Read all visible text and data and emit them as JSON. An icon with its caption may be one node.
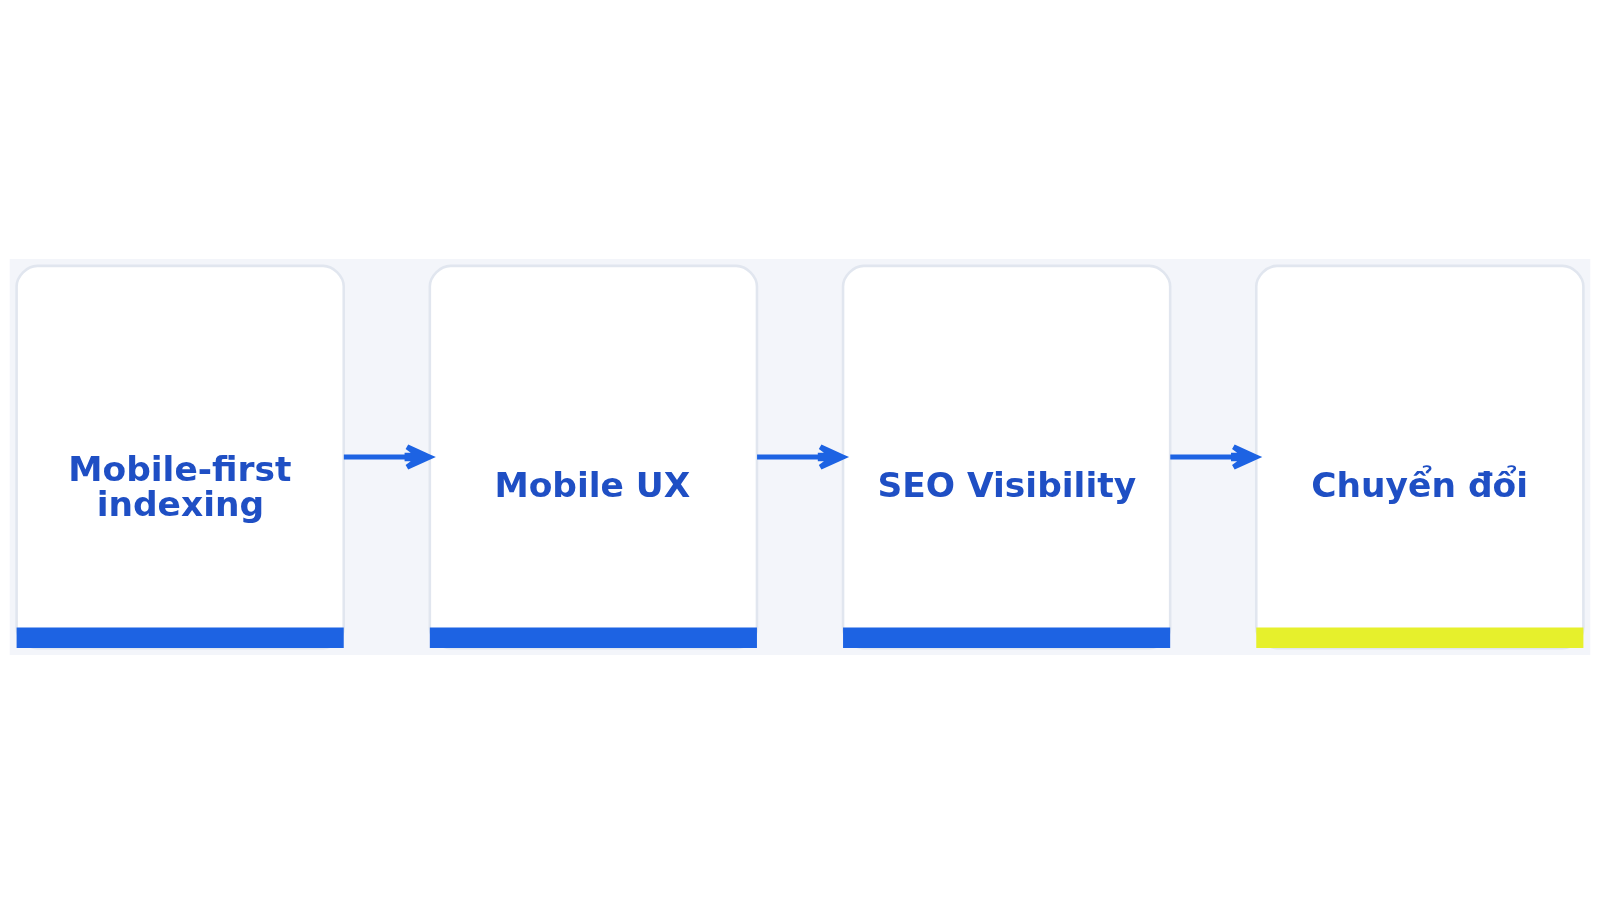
{
  "diagram": {
    "nodes": [
      {
        "text": [
          "Mobile-first indexing"
        ]
      },
      {
        "text": [
          "Mobile UX"
        ]
      },
      {
        "text": [
          "SEO Visibility"
        ]
      },
      {
        "text": [
          "Chuyển đổi"
        ]
      }
    ],
    "edges": [
      {
        "from": 0,
        "to": 1,
        "arrow": "to"
      },
      {
        "from": 1,
        "to": 2,
        "arrow": "to"
      },
      {
        "from": 2,
        "to": 3,
        "arrow": "to"
      }
    ]
  }
}
